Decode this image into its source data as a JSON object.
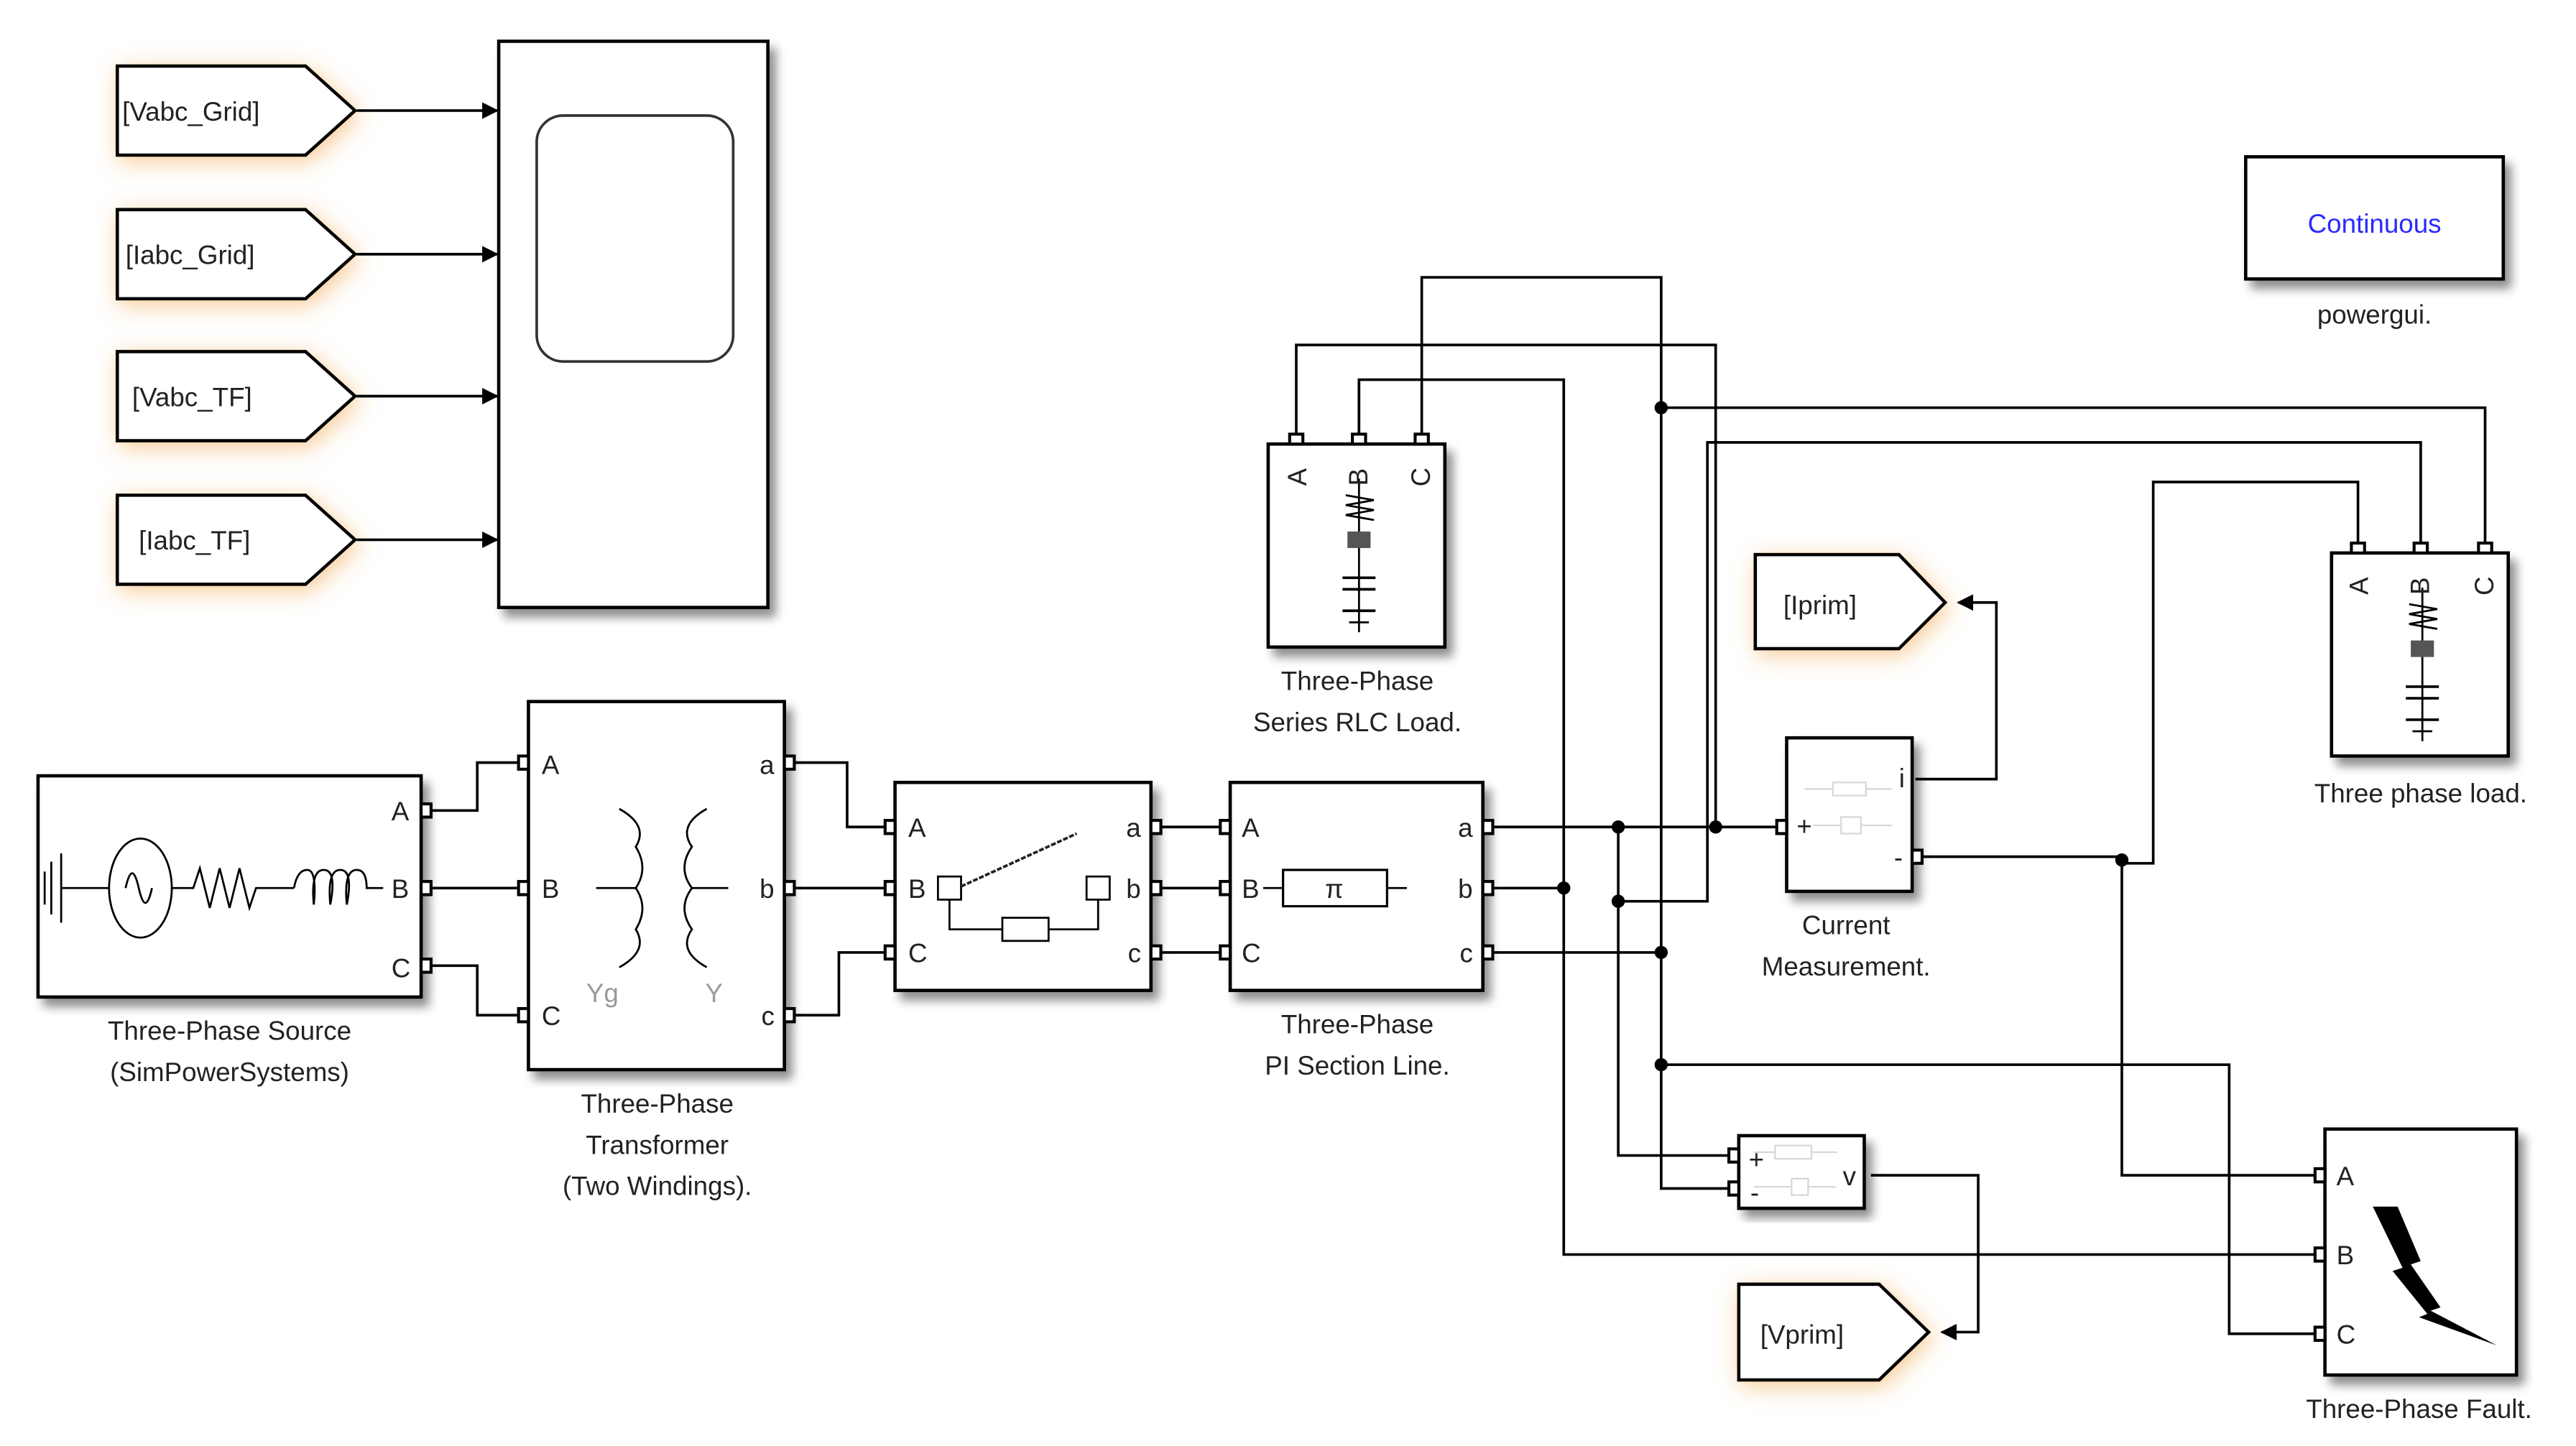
{
  "scope": {
    "inputs": [
      "[Vabc_Grid]",
      "[Iabc_Grid]",
      "[Vabc_TF]",
      "[Iabc_TF]"
    ],
    "label": ""
  },
  "powergui": {
    "mode": "Continuous",
    "label": "powergui."
  },
  "source": {
    "label1": "Three-Phase Source",
    "label2": "(SimPowerSystems)",
    "ports": [
      "A",
      "B",
      "C"
    ]
  },
  "transformer": {
    "label1": "Three-Phase",
    "label2": "Transformer",
    "label3": "(Two Windings).",
    "in_ports": [
      "A",
      "B",
      "C"
    ],
    "out_ports": [
      "a",
      "b",
      "c"
    ],
    "primary_conn": "Yg",
    "secondary_conn": "Y"
  },
  "breaker": {
    "in_ports": [
      "A",
      "B",
      "C"
    ],
    "out_ports": [
      "a",
      "b",
      "c"
    ]
  },
  "pi_line": {
    "label1": "Three-Phase",
    "label2": "PI Section Line.",
    "in_ports": [
      "A",
      "B",
      "C"
    ],
    "out_ports": [
      "a",
      "b",
      "c"
    ],
    "symbol": "π"
  },
  "rlc_load": {
    "label1": "Three-Phase",
    "label2": "Series RLC Load.",
    "ports": [
      "A",
      "B",
      "C"
    ]
  },
  "three_phase_load": {
    "label": "Three phase load.",
    "ports": [
      "A",
      "B",
      "C"
    ]
  },
  "current_meas": {
    "label1": "Current",
    "label2": "Measurement.",
    "out": "i",
    "plus": "+",
    "minus": "-"
  },
  "voltage_meas": {
    "out": "v",
    "plus": "+",
    "minus": "-"
  },
  "gotos": {
    "iprim": "[Iprim]",
    "vprim": "[Vprim]"
  },
  "fault": {
    "label": "Three-Phase Fault.",
    "ports": [
      "A",
      "B",
      "C"
    ]
  }
}
